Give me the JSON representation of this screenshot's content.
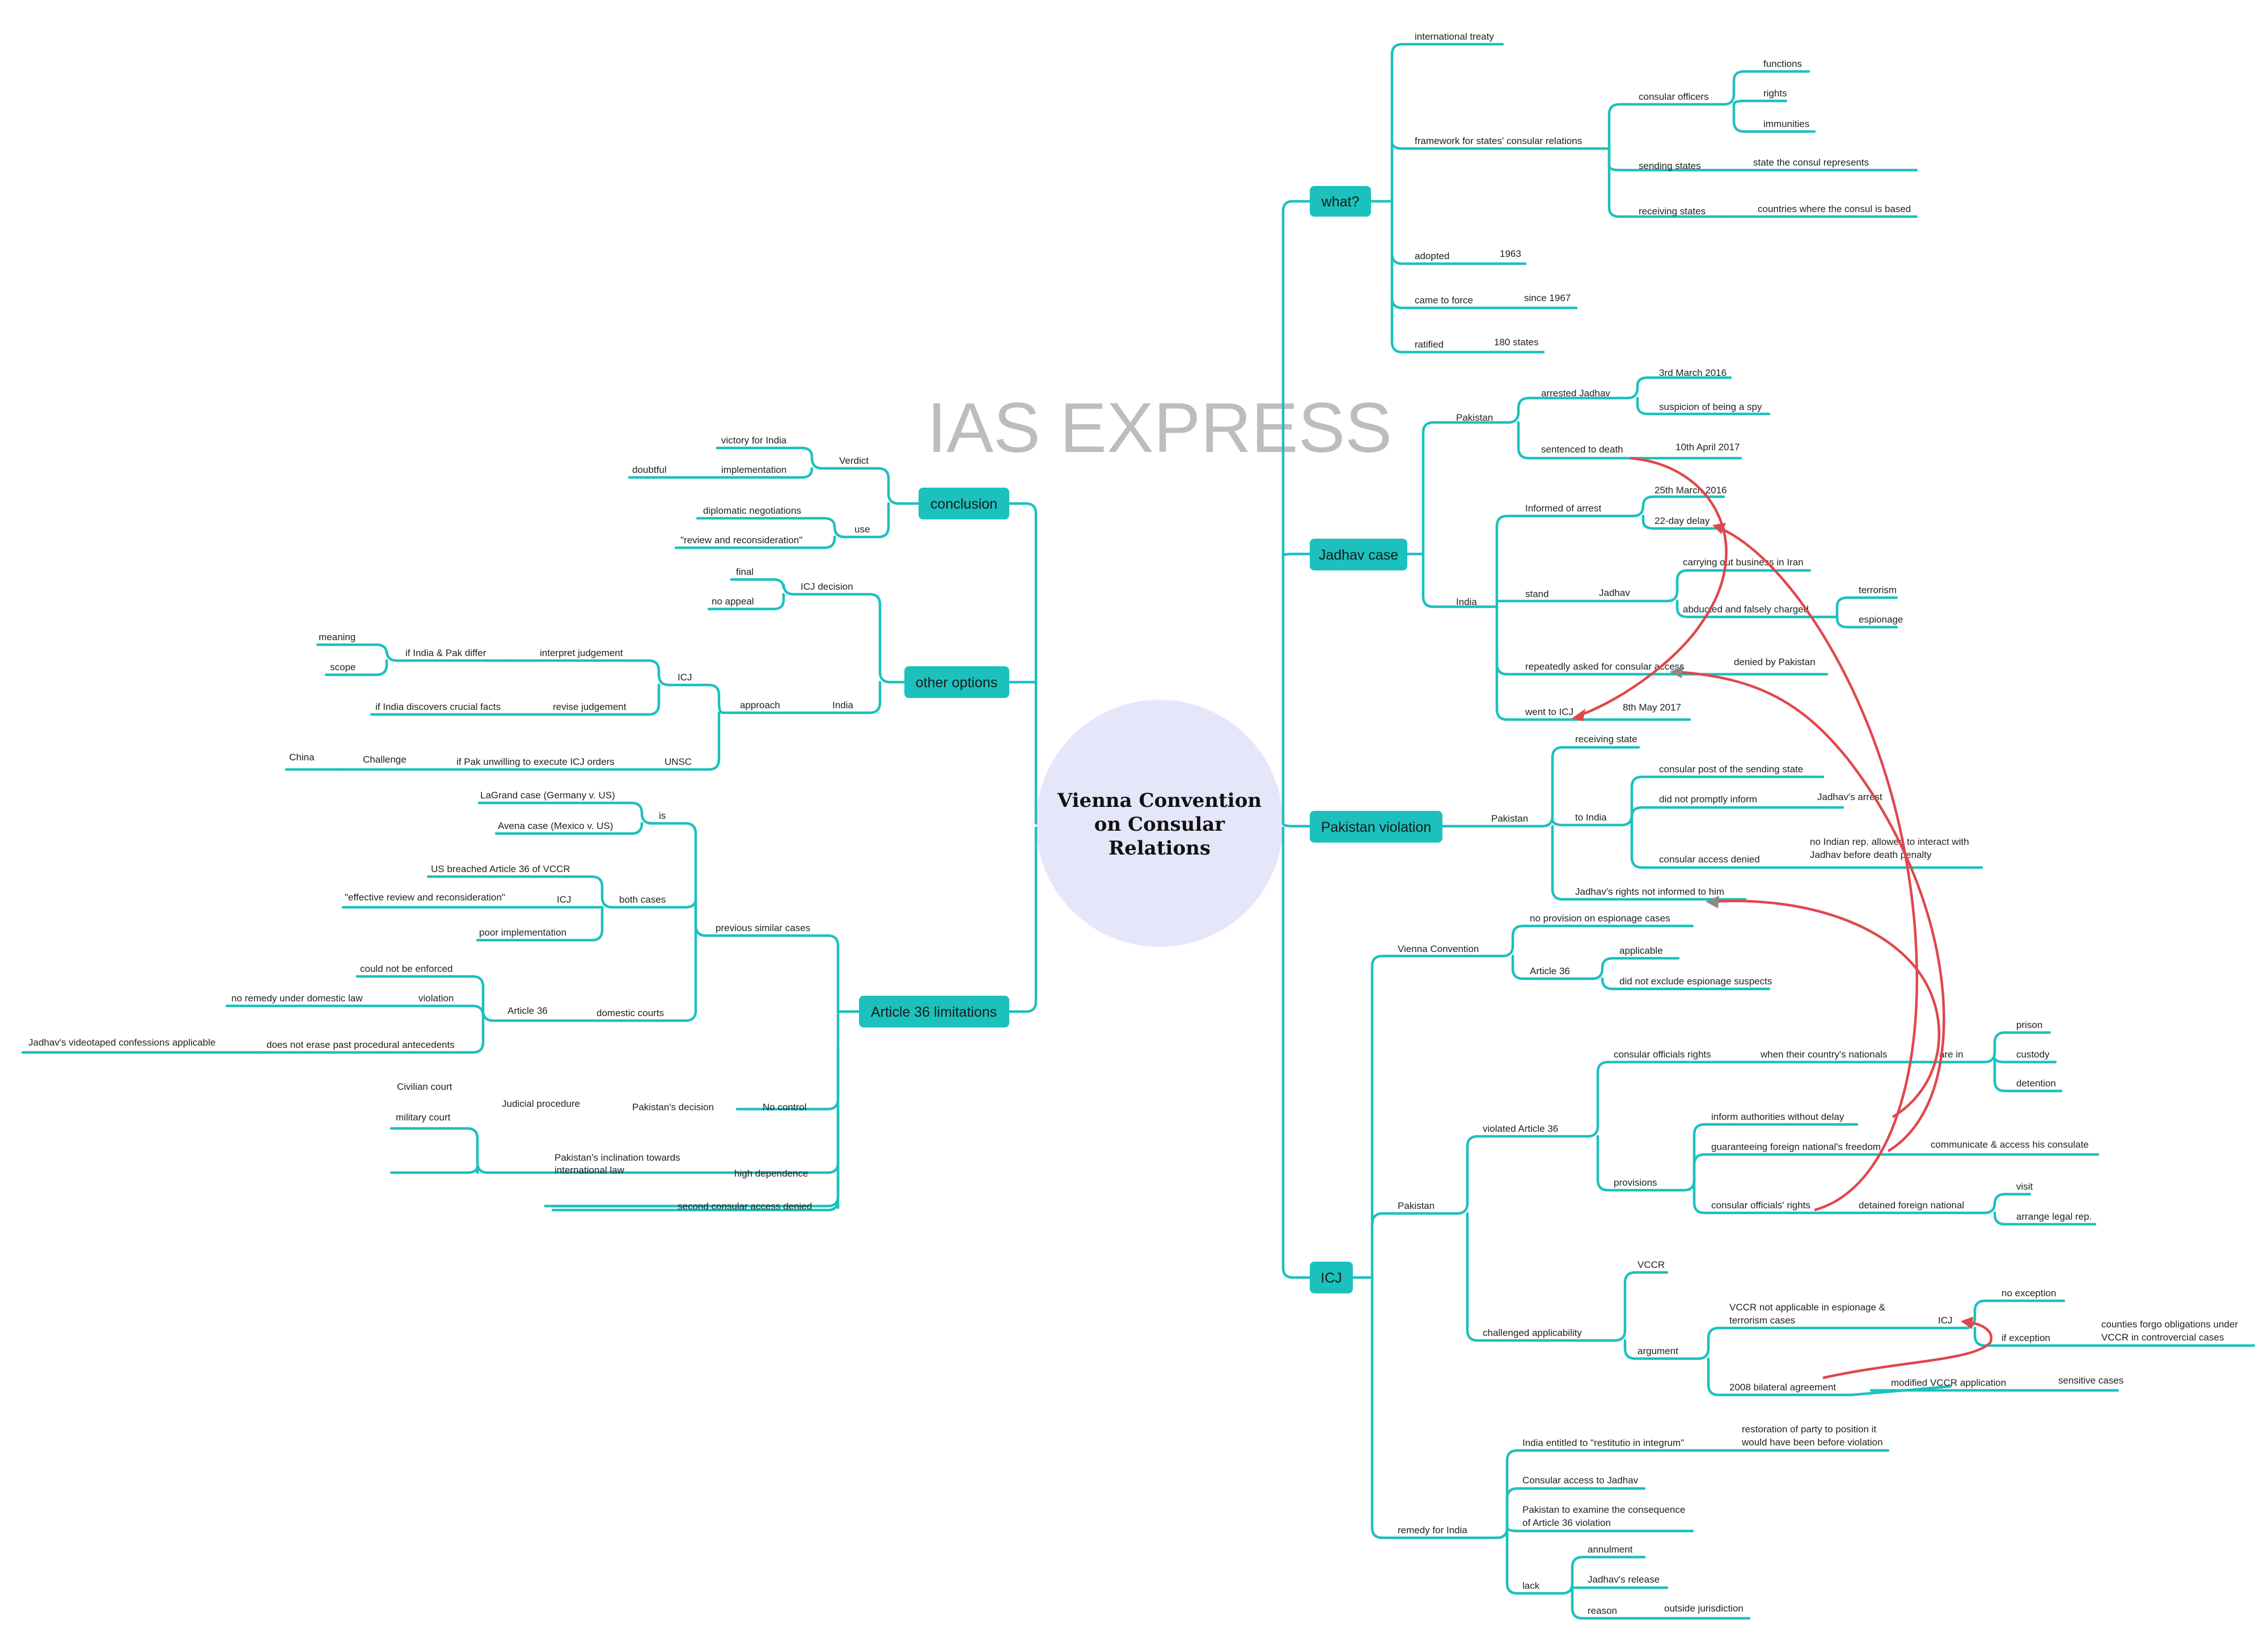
{
  "watermark": "IAS EXPRESS",
  "root": {
    "lines": [
      "Vienna Convention",
      "on Consular",
      "Relations"
    ]
  },
  "colors": {
    "branch": "#1cc1bd",
    "topic_fill": "#1cc1bd",
    "root_fill": "#e6e6fb",
    "relation": "#e0474c",
    "watermark": "#bdbdbd"
  },
  "topics": {
    "what": "what?",
    "jadhav": "Jadhav case",
    "violation": "Pakistan violation",
    "icj": "ICJ",
    "conclusion": "conclusion",
    "options": "other options",
    "limitations": "Article 36 limitations"
  },
  "labels": {
    "w_treaty": "international treaty",
    "w_framework": "framework for states' consular relations",
    "w_officers": "consular officers",
    "w_functions": "functions",
    "w_rights": "rights",
    "w_immunities": "immunities",
    "w_sending": "sending states",
    "w_sending_def": "state the consul represents",
    "w_receiving": "receiving states",
    "w_receiving_def": "countries where the consul is based",
    "w_adopted": "adopted",
    "w_1963": "1963",
    "w_force": "came to force",
    "w_1967": "since 1967",
    "w_ratified": "ratified",
    "w_180": "180 states",
    "j_pakistan": "Pakistan",
    "j_arrested": "arrested Jadhav",
    "j_3march": "3rd March 2016",
    "j_spy": "suspicion of being a spy",
    "j_sentenced": "sentenced to death",
    "j_10april": "10th April 2017",
    "j_india": "India",
    "j_informed": "Informed of arrest",
    "j_25march": "25th March 2016",
    "j_delay": "22-day delay",
    "j_stand": "stand",
    "j_jadhav": "Jadhav",
    "j_business": "carrying out business in Iran",
    "j_abducted": "abducted and falsely charged",
    "j_terrorism": "terrorism",
    "j_espionage": "espionage",
    "j_asked": "repeatedly asked for consular access",
    "j_denied": "denied by Pakistan",
    "j_icj": "went to ICJ",
    "j_8may": "8th May 2017",
    "v_pakistan": "Pakistan",
    "v_receiving": "receiving state",
    "v_toindia": "to India",
    "v_post": "consular post of the sending state",
    "v_notinform": "did not promptly inform",
    "v_arrest": "Jadhav's arrest",
    "v_access_denied": "consular access denied",
    "v_noindian1": "no Indian rep. allowed to interact with",
    "v_noindian2": "Jadhav before death penalty",
    "v_rights": "Jadhav's rights not informed to him",
    "i_vc": "Vienna Convention",
    "i_noprov": "no provision on espionage cases",
    "i_art36": "Article 36",
    "i_applicable": "applicable",
    "i_notexclude": "did not exclude espionage suspects",
    "i_pakistan": "Pakistan",
    "i_violated": "violated Article 36",
    "i_officials": "consular officials rights",
    "i_when": "when their country's nationals",
    "i_arein": "are in",
    "i_prison": "prison",
    "i_custody": "custody",
    "i_detention": "detention",
    "i_provisions": "provisions",
    "i_inform": "inform authorities without delay",
    "i_guarantee": "guaranteeing foreign national's freedom",
    "i_communicate": "communicate & access his consulate",
    "i_officials_rights": "consular officials' rights",
    "i_detained": "detained foreign national",
    "i_visit": "visit",
    "i_legal": "arrange legal rep.",
    "i_challenged": "challenged applicability",
    "i_vccr": "VCCR",
    "i_argument": "argument",
    "i_notapp1": "VCCR not applicable in espionage &",
    "i_notapp2": "terrorism cases",
    "i_icj": "ICJ",
    "i_noexception": "no exception",
    "i_ifexception": "if exception",
    "i_forgo1": "counties forgo obligations under",
    "i_forgo2": "VCCR in controvercial cases",
    "i_bilateral": "2008 bilateral agreement",
    "i_modified": "modified VCCR application",
    "i_sensitive": "sensitive cases",
    "i_remedy": "remedy for India",
    "i_restitutio": "India entitled to \"restitutio in integrum\"",
    "i_restore1": "restoration of party to position it",
    "i_restore2": "would have been before violation",
    "i_access": "Consular access to Jadhav",
    "i_examine1": "Pakistan to examine the consequence",
    "i_examine2": "of Article 36 violation",
    "i_lack": "lack",
    "i_annulment": "annulment",
    "i_release": "Jadhav's release",
    "i_reason": "reason",
    "i_outside": "outside jurisdiction",
    "c_verdict": "Verdict",
    "c_victory": "victory for India",
    "c_implementation": "implementation",
    "c_doubtful": "doubtful",
    "c_use": "use",
    "c_diplomatic": "diplomatic negotiations",
    "c_review": "\"review and reconsideration\"",
    "o_decision": "ICJ decision",
    "o_final": "final",
    "o_noappeal": "no appeal",
    "o_approach": "approach",
    "o_india": "India",
    "o_icj": "ICJ",
    "o_interpret": "interpret judgement",
    "o_differ": "if India & Pak differ",
    "o_meaning": "meaning",
    "o_scope": "scope",
    "o_revise": "revise judgement",
    "o_discovers": "if India discovers crucial facts",
    "o_unsc": "UNSC",
    "o_unwilling": "if Pak unwilling to execute ICJ orders",
    "o_challenge": "Challenge",
    "o_china": "China",
    "l_previous": "previous similar cases",
    "l_is": "is",
    "l_lagrand": "LaGrand case (Germany v. US)",
    "l_avena": "Avena case (Mexico v. US)",
    "l_both": "both cases",
    "l_breached": "US breached Article 36 of VCCR",
    "l_icj": "ICJ",
    "l_effective": "\"effective review and reconsideration\"",
    "l_poor": "poor implementation",
    "l_domestic": "domestic courts",
    "l_art36": "Article 36",
    "l_notenforced": "could not be enforced",
    "l_violation": "violation",
    "l_noremedy": "no remedy under domestic law",
    "l_noterase": "does not erase past procedural antecedents",
    "l_videotaped": "Jadhav's videotaped confessions applicable",
    "l_nocontrol": "No control",
    "l_decision": "Pakistan's decision",
    "l_judicial": "Judicial procedure",
    "l_civilian": "Civilian court",
    "l_military": "military court",
    "l_high": "high dependence",
    "l_inclination1": "Pakistan's inclination towards",
    "l_inclination2": "international law",
    "l_second": "second consular access denied"
  }
}
